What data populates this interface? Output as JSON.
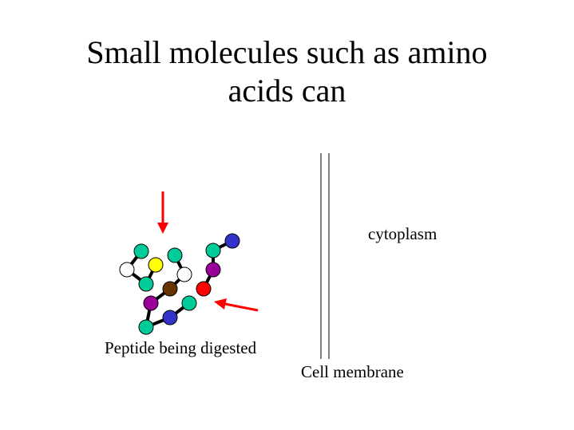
{
  "title": [
    "Small molecules such as amino",
    "acids can"
  ],
  "labels": {
    "cytoplasm": "cytoplasm",
    "membrane": "Cell membrane",
    "peptide": "Peptide being digested"
  },
  "colors": {
    "teal": "#00cc99",
    "white": "#ffffff",
    "yellow": "#ffff00",
    "brown": "#663300",
    "purple": "#990099",
    "blue": "#3333cc",
    "red": "#ff0000",
    "arrow": "#ff0000"
  },
  "peptide": {
    "residues": [
      "teal",
      "white",
      "teal",
      "yellow",
      "teal",
      "white",
      "brown",
      "purple",
      "teal",
      "blue",
      "teal",
      "red",
      "purple",
      "teal",
      "blue"
    ],
    "bonds": [
      [
        0,
        1
      ],
      [
        1,
        2
      ],
      [
        2,
        3
      ],
      [
        4,
        5
      ],
      [
        5,
        6
      ],
      [
        6,
        7
      ],
      [
        7,
        8
      ],
      [
        8,
        9
      ],
      [
        9,
        10
      ],
      [
        11,
        12
      ],
      [
        12,
        13
      ],
      [
        13,
        14
      ]
    ]
  }
}
